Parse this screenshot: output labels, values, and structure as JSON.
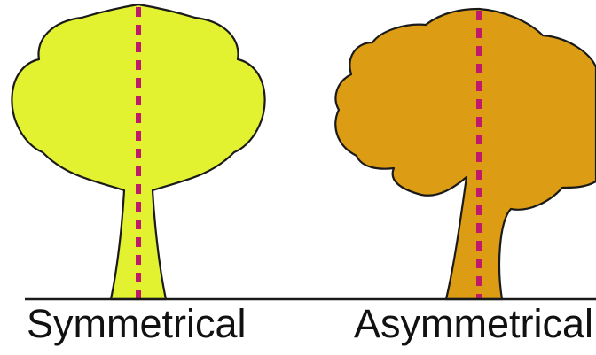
{
  "labels": {
    "symmetrical": "Symmetrical",
    "asymmetrical": "Asymmetrical"
  },
  "colors": {
    "symmetrical_tree_fill": "#e2f230",
    "asymmetrical_tree_fill": "#dc9d14",
    "symmetry_axis": "#c0196b",
    "outline": "#1a1a1a",
    "background": "#ffffff"
  },
  "diagram": {
    "trees": [
      {
        "id": "symmetrical-tree",
        "caption": "Symmetrical"
      },
      {
        "id": "asymmetrical-tree",
        "caption": "Asymmetrical"
      }
    ],
    "axis_style": "dashed vertical line of symmetry"
  }
}
